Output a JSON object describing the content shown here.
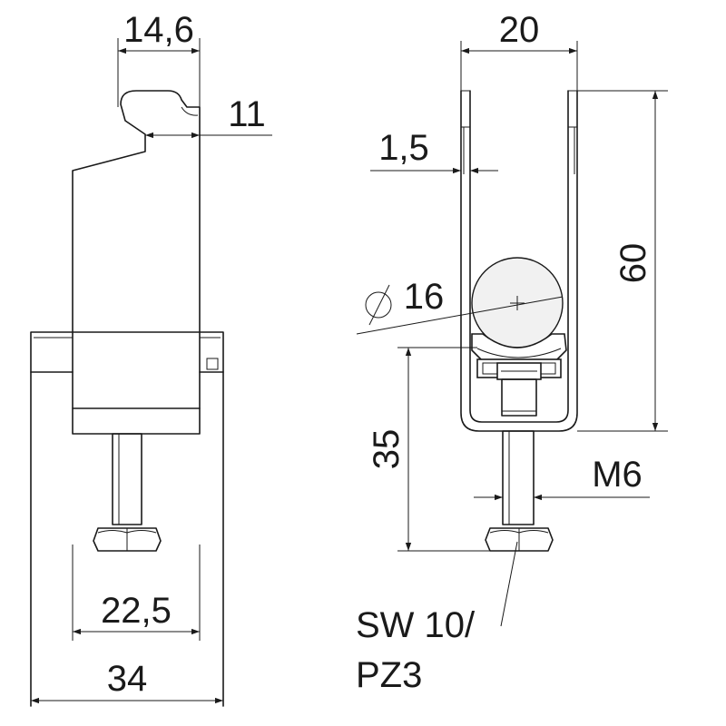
{
  "dimensions": {
    "top_width": "14,6",
    "hook_offset": "11",
    "clip_width": "20",
    "wall_thickness": "1,5",
    "diameter": "16",
    "diameter_symbol": "⌀",
    "height": "60",
    "bolt_height": "35",
    "thread": "M6",
    "base_inner": "22,5",
    "base_outer": "34",
    "drive_line1": "SW 10/",
    "drive_line2": "PZ3"
  }
}
